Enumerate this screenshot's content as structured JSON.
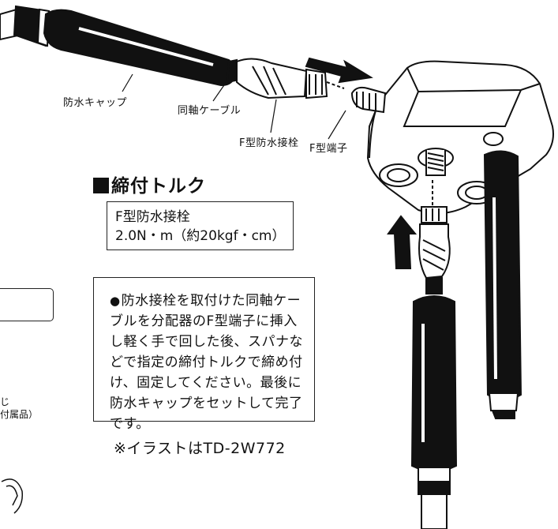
{
  "labels": {
    "waterproof_cap": "防水キャップ",
    "coax_cable": "同軸ケーブル",
    "f_plug": "F型防水接栓",
    "f_terminal": "F型端子"
  },
  "torque": {
    "heading": "締付トルク",
    "spec_line1": "F型防水接栓",
    "spec_line2": "2.0N・m（約20kgf・cm）"
  },
  "instructions": {
    "bullet": "●",
    "text": "防水接栓を取付けた同軸ケーブルを分配器のF型端子に挿入し軽く手で回した後、スパナなどで指定の締付トルクで締め付け、固定してください。最後に防水キャップをセットして完了です。"
  },
  "illustration_note": "※イラストはTD-2W772",
  "left_fragments": {
    "line1": "じ",
    "line2": "付属品）"
  }
}
